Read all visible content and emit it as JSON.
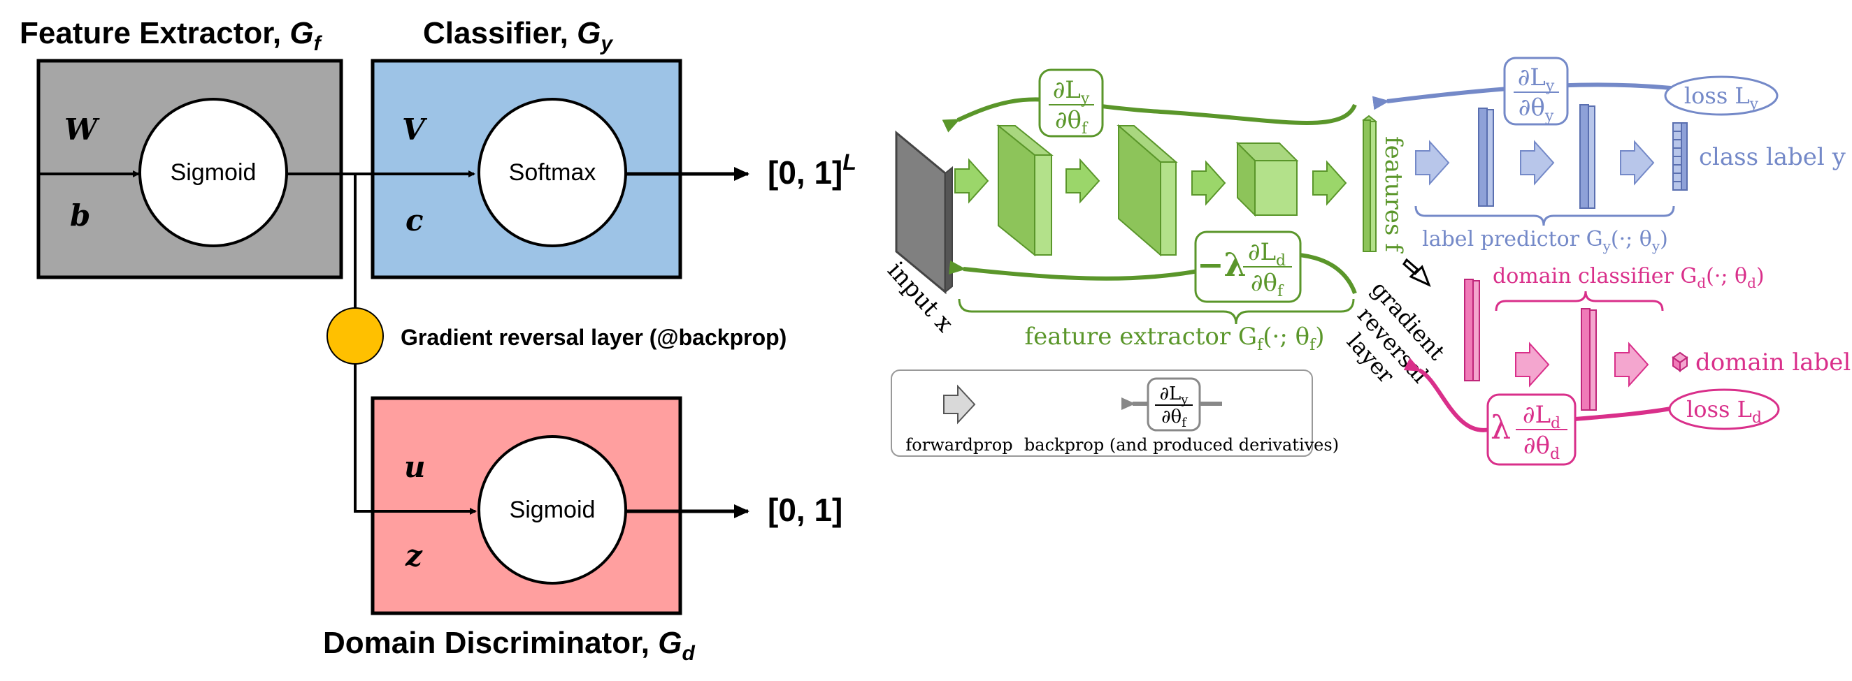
{
  "left": {
    "feature_extractor_prefix": "Feature Extractor, ",
    "feature_extractor_sym": "G",
    "feature_extractor_sub": "f",
    "classifier_prefix": "Classifier, ",
    "classifier_sym": "G",
    "classifier_sub": "y",
    "domain_disc_prefix": "Domain Discriminator, ",
    "domain_disc_sym": "G",
    "domain_disc_sub": "d",
    "W": "W",
    "b": "b",
    "V": "V",
    "c": "c",
    "u": "u",
    "z": "z",
    "sigmoid_top": "Sigmoid",
    "softmax": "Softmax",
    "sigmoid_bottom": "Sigmoid",
    "output_top": "[0, 1]",
    "output_top_sup": "L",
    "output_bottom": "[0, 1]",
    "grl_label": "Gradient reversal layer (@backprop)",
    "colors": {
      "feature_box": "#a6a6a6",
      "classifier_box": "#9dc3e6",
      "discriminator_box": "#ff9f9f",
      "grl_node": "#ffc000"
    }
  },
  "right": {
    "input_label": "input x",
    "features_label": "features f",
    "grad_reversal_1": "gradient",
    "grad_reversal_2": "reversal",
    "grad_reversal_3": "layer",
    "loss_y": "loss L",
    "loss_y_sub": "y",
    "loss_d": "loss L",
    "loss_d_sub": "d",
    "class_label": "class label y",
    "domain_label": "domain label d",
    "label_predictor": "label predictor G",
    "label_predictor_sub": "y",
    "label_predictor_args": "(·; θ",
    "label_predictor_args_sub": "y",
    "domain_classifier": "domain classifier G",
    "domain_classifier_sub": "d",
    "domain_classifier_args": "(·; θ",
    "domain_classifier_args_sub": "d",
    "feature_extractor": "feature extractor G",
    "feature_extractor_sub": "f",
    "feature_extractor_args": "(·; θ",
    "feature_extractor_args_sub": "f",
    "deriv_top_num": "∂L",
    "deriv_top_num_sub": "y",
    "deriv_top_den": "∂θ",
    "deriv_top_den_sub": "f",
    "deriv_label_num": "∂L",
    "deriv_label_num_sub": "y",
    "deriv_label_den": "∂θ",
    "deriv_label_den_sub": "y",
    "deriv_rev_prefix": "−λ",
    "deriv_rev_num": "∂L",
    "deriv_rev_num_sub": "d",
    "deriv_rev_den": "∂θ",
    "deriv_rev_den_sub": "f",
    "deriv_dom_prefix": "λ",
    "deriv_dom_num": "∂L",
    "deriv_dom_num_sub": "d",
    "deriv_dom_den": "∂θ",
    "deriv_dom_den_sub": "d",
    "legend_forward": "forwardprop",
    "legend_backward": "backprop (and produced derivatives)",
    "legend_num": "∂L",
    "legend_num_sub": "y",
    "legend_den": "∂θ",
    "legend_den_sub": "f",
    "colors": {
      "green": "#5a962a",
      "green_light": "#b3e18a",
      "green_mid": "#8dc45a",
      "blue": "#7489c8",
      "blue_light": "#b8c6ea",
      "pink": "#d92f8a",
      "pink_light": "#f4a6cf",
      "gray": "#777777"
    }
  }
}
